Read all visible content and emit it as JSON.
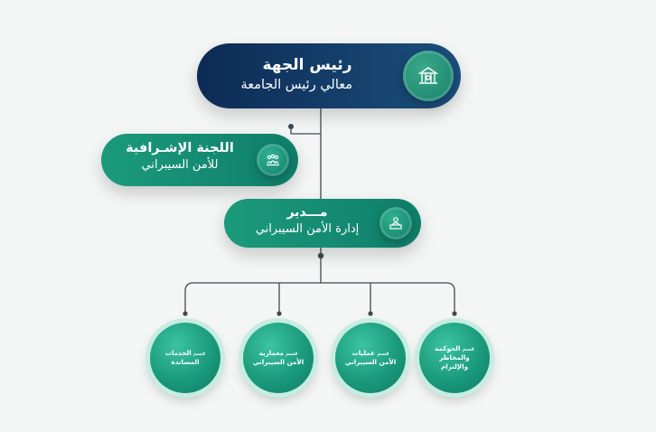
{
  "colors": {
    "navy": "#0c2b55",
    "teal": "#1b9a7b",
    "connector": "#3d4a55",
    "background": "#f3f6f5"
  },
  "head": {
    "title": "رئيس الجهة",
    "subtitle": "معالي رئيس الجامعة",
    "icon": "university-building-icon"
  },
  "committee": {
    "title": "اللجنة الإشـرافية",
    "subtitle": "للأمن السيبراني",
    "icon": "committee-group-icon"
  },
  "manager": {
    "title": "مـــدير",
    "subtitle": "إدارة الأمن السيبراني",
    "icon": "manager-desk-icon"
  },
  "departments": [
    {
      "prefix": "قسم",
      "line1": "الحوكمة",
      "line2": "والمخاطر",
      "line3": "والإلتزام"
    },
    {
      "prefix": "قسم",
      "line1": "عمليات",
      "line2": "الأمن السيبراني",
      "line3": ""
    },
    {
      "prefix": "قسم",
      "line1": "معمارية",
      "line2": "الأمن السيبراني",
      "line3": ""
    },
    {
      "prefix": "قسم",
      "line1": "الخدمات",
      "line2": "المساندة",
      "line3": ""
    }
  ]
}
